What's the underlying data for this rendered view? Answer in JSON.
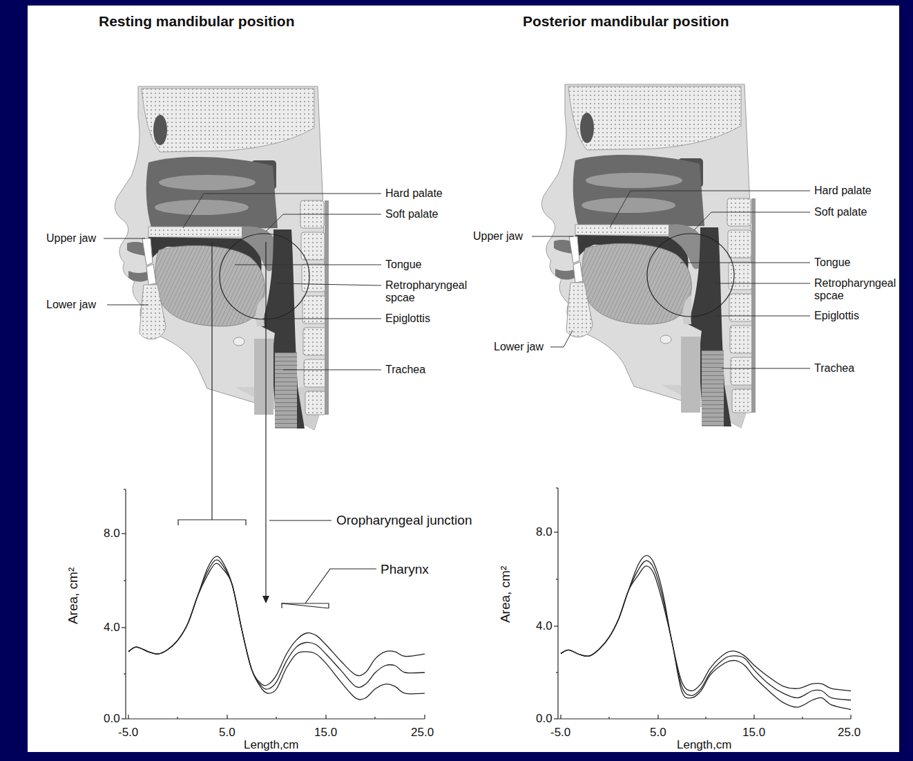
{
  "diagram": {
    "labels": [
      "Resting mandibular position",
      "Posterior mandibular position",
      "Hard palate",
      "Soft palate",
      "Upper jaw",
      "Tongue",
      "Retropharyngeal spcae",
      "Lower jaw",
      "Epiglottis",
      "Trachea",
      "Hard palate",
      "Soft palate",
      "Upper jaw",
      "Tongue",
      "Retropharyngeal spcae",
      "Epiglottis",
      "Lower jaw",
      "Trachea",
      "Oropharyngeal junction",
      "Pharynx",
      "8.0",
      "4.0",
      "0.0",
      "Area, cm²",
      "-5.0",
      "5.0",
      "15.0",
      "25.0",
      "Length,cm",
      "8.0",
      "4.0",
      "0.0",
      "Area, cm²",
      "-5.0",
      "5.0",
      "15.0",
      "25.0",
      "Length,cm"
    ]
  }
}
